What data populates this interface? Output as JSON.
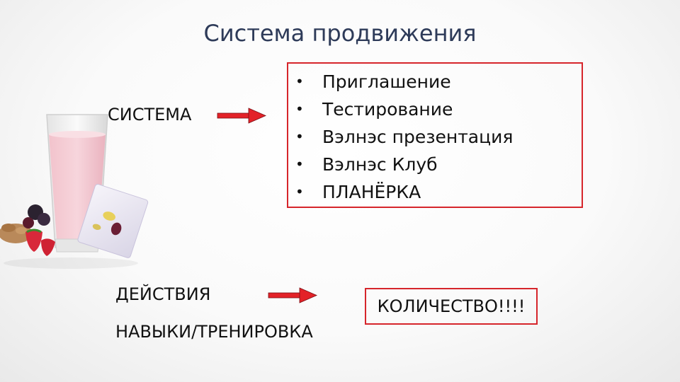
{
  "slide": {
    "title": "Система продвижения",
    "system_label": "СИСТЕМА",
    "actions_label": "ДЕЙСТВИЯ",
    "skills_label": "НАВЫКИ/ТРЕНИРОВКА",
    "list_items": [
      "Приглашение",
      "Тестирование",
      "Вэлнэс презентация",
      "Вэлнэс Клуб",
      "ПЛАНЁРКА"
    ],
    "quantity_label": "КОЛИЧЕСТВО!!!!",
    "bullet_symbol": "•",
    "accent_color": "#d6252b",
    "title_color": "#2e3b59",
    "illustration": "shake-glass-berries-icon"
  }
}
